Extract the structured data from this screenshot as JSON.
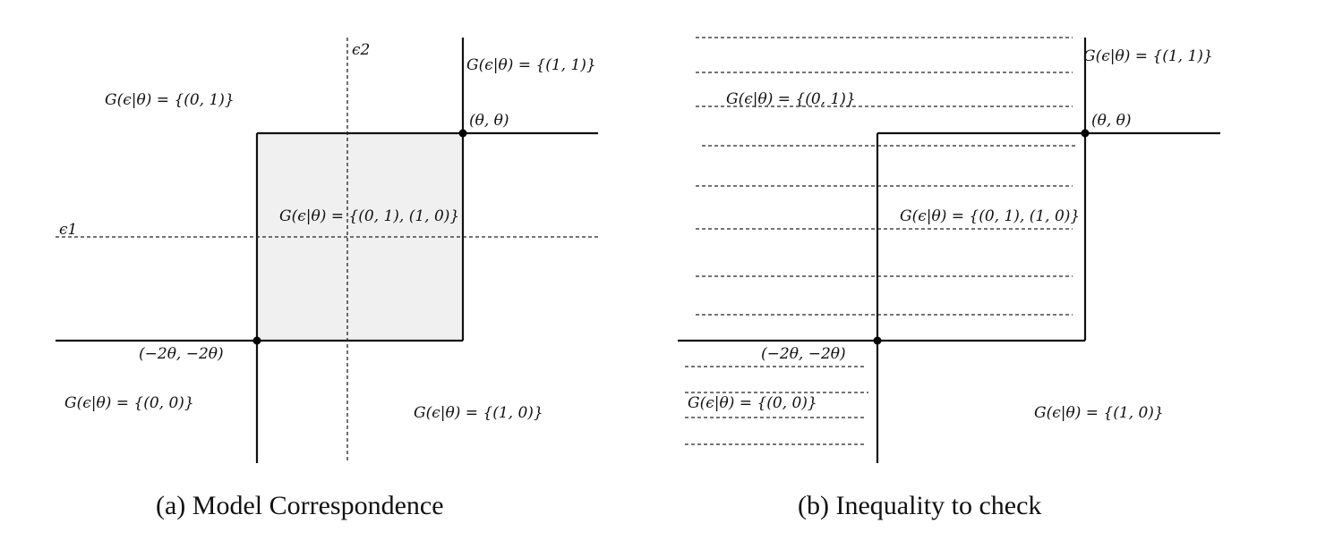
{
  "panel_a": {
    "caption": "(a) Model Correspondence",
    "labels": {
      "eps2": "ϵ2",
      "eps1": "ϵ1",
      "g11": "G(ϵ|θ) = {(1, 1)}",
      "g01": "G(ϵ|θ) = {(0, 1)}",
      "point_top": "(θ, θ)",
      "g_mid": "G(ϵ|θ) = {(0, 1), (1, 0)}",
      "point_bottom": "(−2θ, −2θ)",
      "g00": "G(ϵ|θ) = {(0, 0)}",
      "g10": "G(ϵ|θ) = {(1, 0)}"
    }
  },
  "panel_b": {
    "caption": "(b) Inequality to check",
    "labels": {
      "g11": "G(ϵ|θ) = {(1, 1)}",
      "g01": "G(ϵ|θ) = {(0, 1)}",
      "point_top": "(θ, θ)",
      "g_mid": "G(ϵ|θ) = {(0, 1), (1, 0)}",
      "point_bottom": "(−2θ, −2θ)",
      "g00": "G(ϵ|θ) = {(0, 0)}",
      "g10": "G(ϵ|θ) = {(1, 0)}"
    }
  },
  "colors": {
    "shaded_region": "#f0f0f0",
    "lines": "#111111"
  }
}
